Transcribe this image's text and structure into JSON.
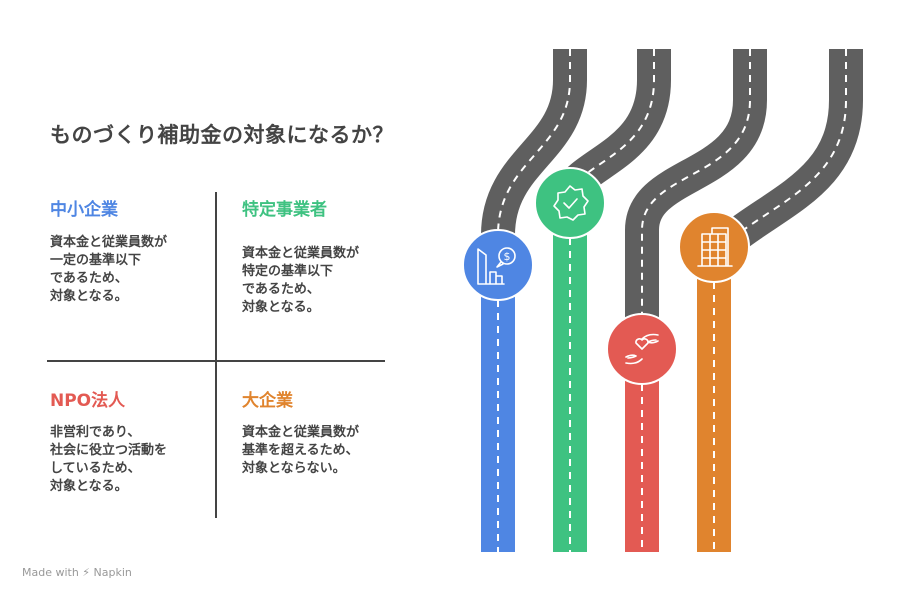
{
  "title": "ものづくり補助金の対象になるか？",
  "quadrants": [
    {
      "heading": "中小企業",
      "body": "資本金と従業員数が\n一定の基準以下\nであるため、\n対象となる。",
      "color": "#4f86e3",
      "icon": "building-money-icon"
    },
    {
      "heading": "特定事業者",
      "body": "資本金と従業員数が\n特定の基準以下\nであるため、\n対象となる。",
      "color": "#3ec281",
      "icon": "badge-check-icon"
    },
    {
      "heading": "NPO法人",
      "body": "非営利であり、\n社会に役立つ活動を\nしているため、\n対象となる。",
      "color": "#e35a53",
      "icon": "hands-heart-icon"
    },
    {
      "heading": "大企業",
      "body": "資本金と従業員数が\n基準を超えるため、\n対象とならない。",
      "color": "#e0842e",
      "icon": "office-building-icon"
    }
  ],
  "road_color": "#5f5f5f",
  "footer": "Made with ⚡ Napkin"
}
